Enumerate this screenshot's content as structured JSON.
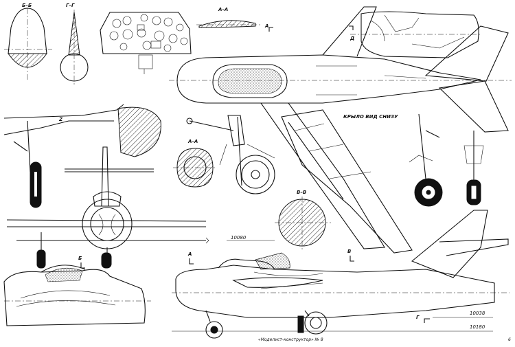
{
  "labels": {
    "section_bb": "Б–Б",
    "section_gg": "Г–Г",
    "section_aa_top": "А–А",
    "section_aa_left": "А–А",
    "section_vv": "В–В",
    "marker_a_top": "А",
    "marker_d": "Д",
    "marker_a_side": "А",
    "marker_b_front": "Б",
    "marker_v": "В",
    "marker_g": "Г",
    "underwing_note": "КРЫЛО ВИД СНИЗУ"
  },
  "dimensions": {
    "span": "10080",
    "length_upper": "10038",
    "length_lower": "10180"
  },
  "caption": "«Моделист-конструктор» № 8",
  "page_mark": "6"
}
